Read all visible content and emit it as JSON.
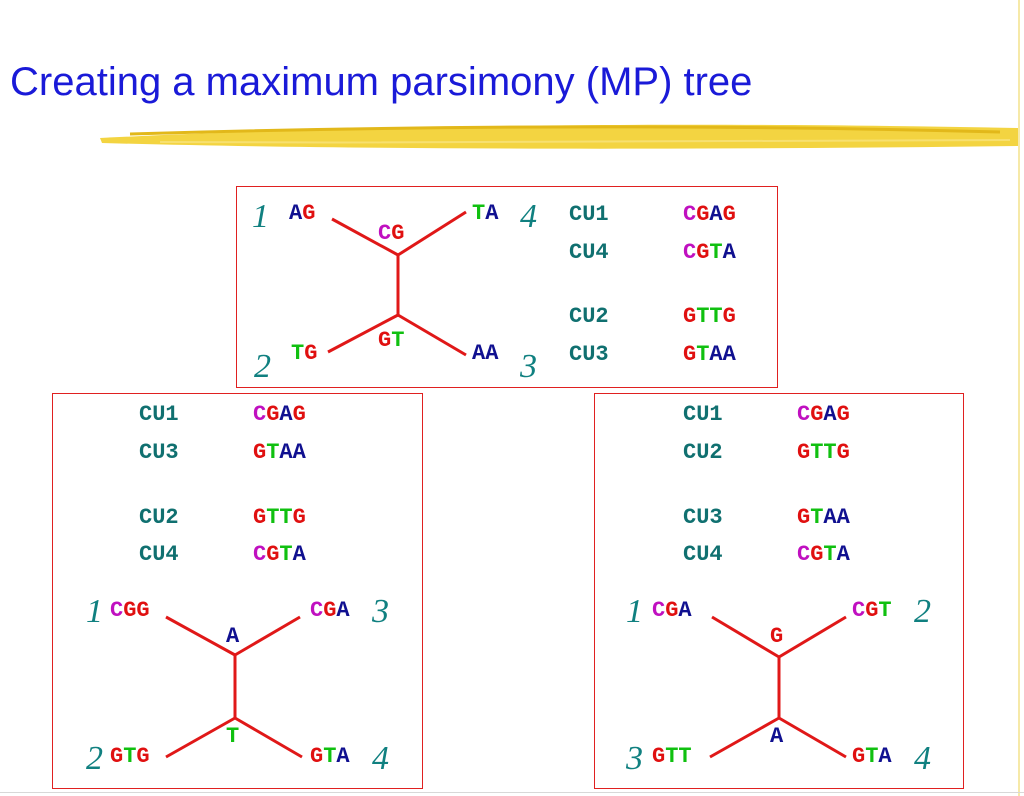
{
  "title": "Creating a maximum parsimony (MP) tree",
  "colors": {
    "A": "#101090",
    "C": "#c010c0",
    "G": "#e01010",
    "T": "#10c010",
    "accent": "#1a1ad8",
    "border": "#e02020",
    "teal": "#108080"
  },
  "top_panel": {
    "rows": [
      {
        "id": "CU1",
        "seq": "CGAG"
      },
      {
        "id": "CU4",
        "seq": "CGTA"
      },
      {
        "id": "CU2",
        "seq": "GTTG"
      },
      {
        "id": "CU3",
        "seq": "GTAA"
      }
    ],
    "tree": {
      "leaves": [
        {
          "num": "1",
          "seq": "AG"
        },
        {
          "num": "4",
          "seq": "TA"
        },
        {
          "num": "2",
          "seq": "TG"
        },
        {
          "num": "3",
          "seq": "AA"
        }
      ],
      "internal": [
        "CG",
        "GT"
      ]
    }
  },
  "left_panel": {
    "rows": [
      {
        "id": "CU1",
        "seq": "CGAG"
      },
      {
        "id": "CU3",
        "seq": "GTAA"
      },
      {
        "id": "CU2",
        "seq": "GTTG"
      },
      {
        "id": "CU4",
        "seq": "CGTA"
      }
    ],
    "tree": {
      "leaves": [
        {
          "num": "1",
          "seq": "CGG"
        },
        {
          "num": "3",
          "seq": "CGA"
        },
        {
          "num": "2",
          "seq": "GTG"
        },
        {
          "num": "4",
          "seq": "GTA"
        }
      ],
      "internal": [
        "A",
        "T"
      ]
    }
  },
  "right_panel": {
    "rows": [
      {
        "id": "CU1",
        "seq": "CGAG"
      },
      {
        "id": "CU2",
        "seq": "GTTG"
      },
      {
        "id": "CU3",
        "seq": "GTAA"
      },
      {
        "id": "CU4",
        "seq": "CGTA"
      }
    ],
    "tree": {
      "leaves": [
        {
          "num": "1",
          "seq": "CGA"
        },
        {
          "num": "2",
          "seq": "CGT"
        },
        {
          "num": "3",
          "seq": "GTT"
        },
        {
          "num": "4",
          "seq": "GTA"
        }
      ],
      "internal": [
        "G",
        "A"
      ]
    }
  }
}
